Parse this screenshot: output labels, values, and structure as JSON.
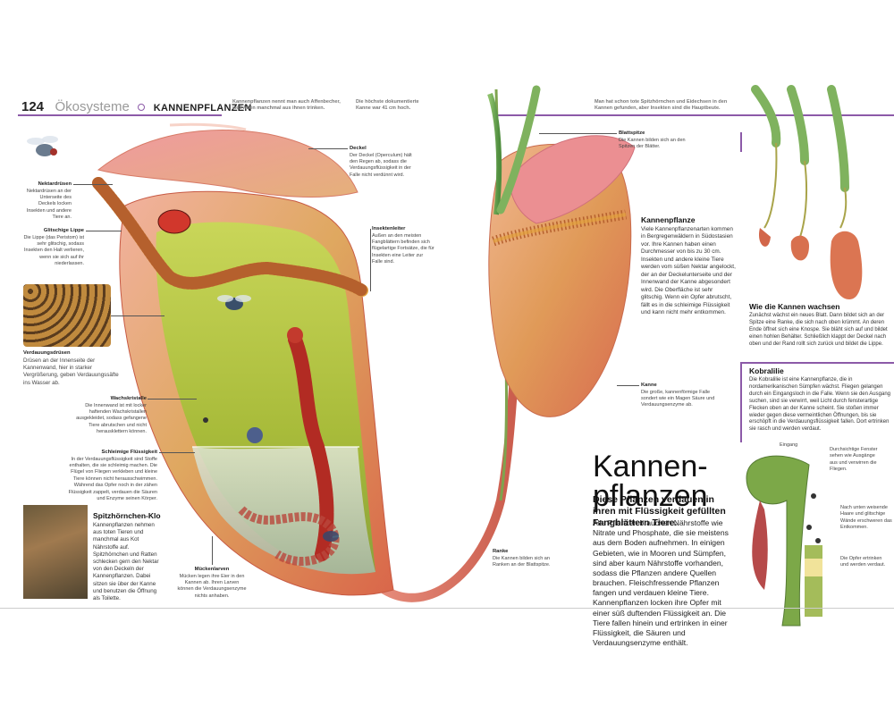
{
  "header": {
    "page_number": "124",
    "section": "Ökosysteme",
    "topic": "KANNENPFLANZEN",
    "note1": "Kannenpflanzen nennt man auch Affenbecher, weil Affen manchmal aus ihnen trinken.",
    "note2": "Die höchste dokumentierte Kanne war 41 cm hoch.",
    "note3": "Man hat schon tote Spitzhörnchen und Eidechsen in den Kannen gefunden, aber Insekten sind die Hauptbeute."
  },
  "labels": {
    "nektardruesen_title": "Nektardrüsen",
    "nektardruesen_text": "Nektardrüsen an der Unterseite des Deckels locken Insekten und andere Tiere an.",
    "lippe_title": "Glitschige Lippe",
    "lippe_text": "Die Lippe (das Peristom) ist sehr glitschig, sodass Insekten den Halt verlieren, wenn sie sich auf ihr niederlassen.",
    "verdauungsdruesen_title": "Verdauungsdrüsen",
    "verdauungsdruesen_text": "Drüsen an der Innenseite der Kannenwand, hier in starker Vergrößerung, geben Verdauungssäfte ins Wasser ab.",
    "wachs_title": "Wachskristalle",
    "wachs_text": "Die Innenwand ist mit locker haftenden Wachskristallen ausgekleidet, sodass gefangene Tiere abrutschen und nicht herausklettern können.",
    "fluessigkeit_title": "Schleimige Flüssigkeit",
    "fluessigkeit_text": "In der Verdauungsflüssigkeit sind Stoffe enthalten, die sie schleimig machen. Die Flügel von Fliegen verkleben und kleine Tiere können nicht herausschwimmen. Während das Opfer noch in der zähen Flüssigkeit zappelt, verdauen die Säuren und Enzyme seinen Körper.",
    "deckel_title": "Deckel",
    "deckel_text": "Der Deckel (Operculum) hält den Regen ab, sodass die Verdauungsflüssigkeit in der Falle nicht verdünnt wird.",
    "insektenleiter_title": "Insektenleiter",
    "insektenleiter_text": "Außen an den meisten Fangblättern befinden sich flügelartige Fortsätze, die für Insekten eine Leiter zur Falle sind.",
    "blattspitze_title": "Blattspitze",
    "blattspitze_text": "Die Kannen bilden sich an den Spitzen der Blätter.",
    "kanne_title": "Kanne",
    "kanne_text": "Die große, kannenförmige Falle sondert wie ein Magen Säure und Verdauungsenzyme ab.",
    "ranke_title": "Ranke",
    "ranke_text": "Die Kannen bilden sich an Ranken an der Blattspitze.",
    "mueckenlarven_title": "Mückenlarven",
    "mueckenlarven_text": "Mücken legen ihre Eier in den Kannen ab. Ihren Larven können die Verdauungsenzyme nichts anhaben."
  },
  "kannenpflanze": {
    "title": "Kannenpflanze",
    "text": "Viele Kannenpflanzenarten kommen in Bergregenwäldern in Südostasien vor. Ihre Kannen haben einen Durchmesser von bis zu 30 cm. Insekten und andere kleine Tiere werden vom süßen Nektar angelockt, der an der Deckelunterseite und der Innenwand der Kanne abgesondert wird. Die Oberfläche ist sehr glitschig. Wenn ein Opfer abrutscht, fällt es in die schleimige Flüssigkeit und kann nicht mehr entkommen."
  },
  "spitzhoernchen": {
    "title": "Spitzhörnchen-Klo",
    "text": "Kannenpflanzen nehmen aus toten Tieren und manchmal aus Kot Nährstoffe auf. Spitzhörnchen und Ratten schlecken gern den Nektar von den Deckeln der Kannenpflanzen. Dabei sitzen sie über der Kanne und benutzen die Öffnung als Toilette."
  },
  "main": {
    "title_line1": "Kannen-",
    "title_line2": "pflanzen",
    "subtitle": "Diese Pflanzen verdauen in ihren mit Flüssigkeit gefüllten Fangblättern Tiere.",
    "body": "Alle Pflanzen brauchen Nährstoffe wie Nitrate und Phosphate, die sie meistens aus dem Boden aufnehmen. In einigen Gebieten, wie in Mooren und Sümpfen, sind aber kaum Nährstoffe vorhanden, sodass die Pflanzen andere Quellen brauchen. Fleischfressende Pflanzen fangen und verdauen kleine Tiere. Kannenpflanzen locken ihre Opfer mit einer süß duftenden Flüssigkeit an. Die Tiere fallen hinein und ertrinken in einer Flüssigkeit, die Säuren und Verdauungsenzyme enthält."
  },
  "wachsen": {
    "title": "Wie die Kannen wachsen",
    "text": "Zunächst wächst ein neues Blatt. Dann bildet sich an der Spitze eine Ranke, die sich nach oben krümmt. An deren Ende öffnet sich eine Knospe. Sie bläht sich auf und bildet einen hohlen Behälter. Schließlich klappt der Deckel nach oben und der Rand rollt sich zurück und bildet die Lippe."
  },
  "kobralilie": {
    "title": "Kobralilie",
    "text": "Die Kobralilie ist eine Kannenpflanze, die in nordamerikanischen Sümpfen wächst. Fliegen gelangen durch ein Eingangsloch in die Falle. Wenn sie den Ausgang suchen, sind sie verwirrt, weil Licht durch fensterartige Flecken oben an der Kanne scheint. Sie stoßen immer wieder gegen diese vermeintlichen Öffnungen, bis sie erschöpft in die Verdauungsflüssigkeit fallen. Dort ertrinken sie rasch und werden verdaut.",
    "label_eingang": "Eingang",
    "label_fenster": "Durchsichtige Fenster sehen wie Ausgänge aus und verwirren die Fliegen.",
    "label_haare": "Nach unten weisende Haare und glitschige Wände erschweren das Entkommen.",
    "label_opfer": "Die Opfer ertrinken und werden verdaut."
  },
  "colors": {
    "accent": "#8c5aa8",
    "pitcher_green": "#c8d04a",
    "pitcher_red": "#d8654a",
    "lid_pink": "#e68a8f",
    "liquid": "#b9c9a8"
  }
}
